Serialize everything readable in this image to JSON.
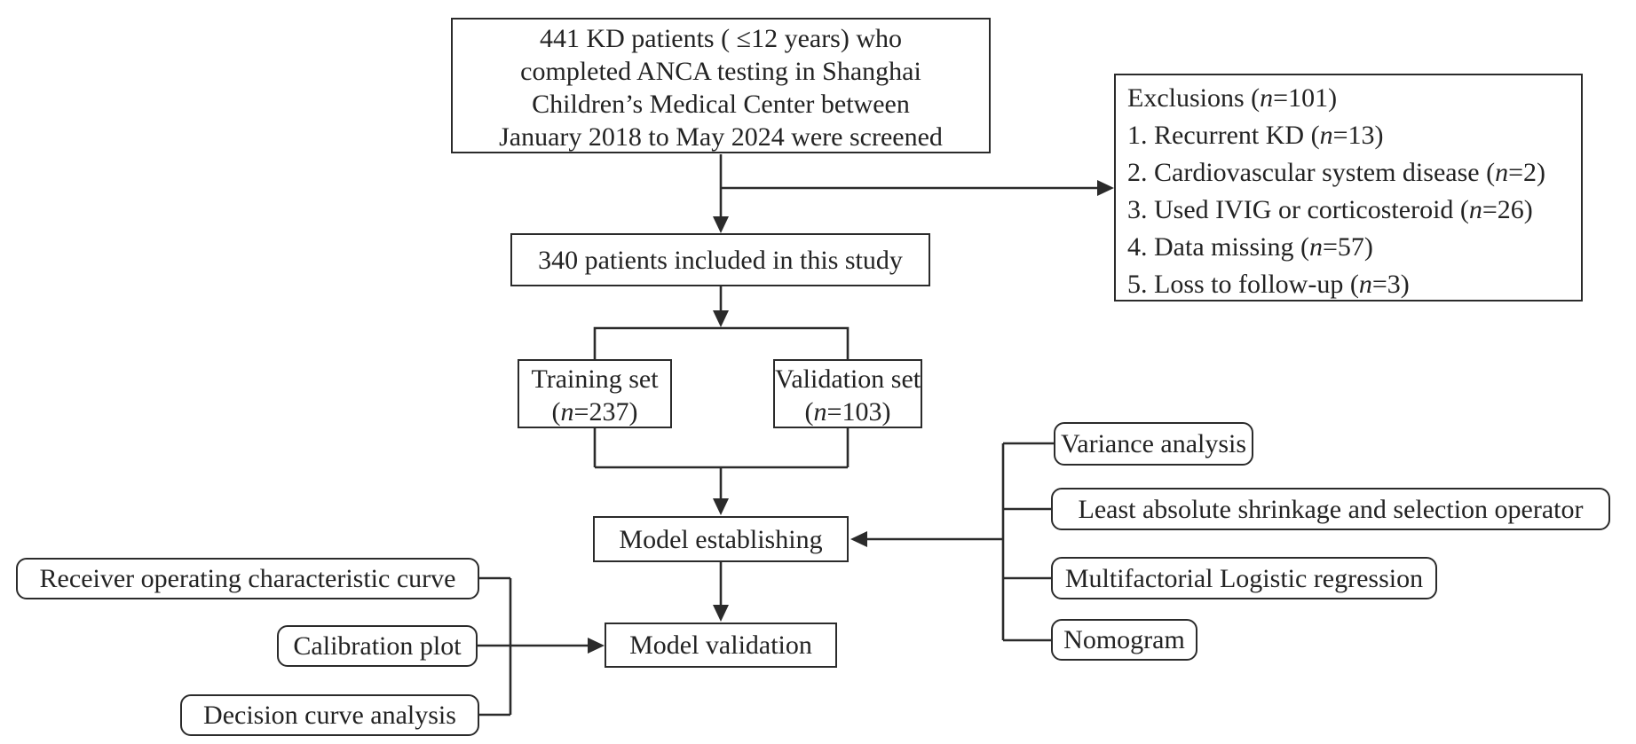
{
  "figure": {
    "description": "Flowchart of KD patient screening and prediction model development",
    "ink_color": "#2b2b2b",
    "background_color": "#ffffff"
  },
  "boxes": {
    "screening": {
      "lines": [
        "441 KD patients ( ≤12 years) who",
        "completed ANCA testing in Shanghai",
        "Children’s Medical Center between",
        "January 2018 to May 2024 were screened"
      ]
    },
    "exclusions": {
      "lines": [
        "Exclusions (n=101)",
        "1. Recurrent KD (n=13)",
        "2. Cardiovascular system disease (n=2)",
        "3. Used IVIG or corticosteroid (n=26)",
        "4. Data missing (n=57)",
        "5. Loss to follow-up (n=3)"
      ]
    },
    "included": {
      "label": "340 patients included in this study"
    },
    "training": {
      "lines": [
        "Training set",
        "(n=237)"
      ]
    },
    "validation": {
      "lines": [
        "Validation set",
        "(n=103)"
      ]
    },
    "model_establishing": {
      "label": "Model establishing"
    },
    "model_validation": {
      "label": "Model validation"
    },
    "variance": {
      "label": "Variance analysis"
    },
    "lasso": {
      "label": "Least absolute shrinkage and selection operator"
    },
    "logistic": {
      "label": "Multifactorial Logistic regression"
    },
    "nomogram": {
      "label": "Nomogram"
    },
    "roc": {
      "label": "Receiver operating characteristic curve"
    },
    "calibration": {
      "label": "Calibration plot"
    },
    "decision": {
      "label": "Decision curve analysis"
    }
  }
}
